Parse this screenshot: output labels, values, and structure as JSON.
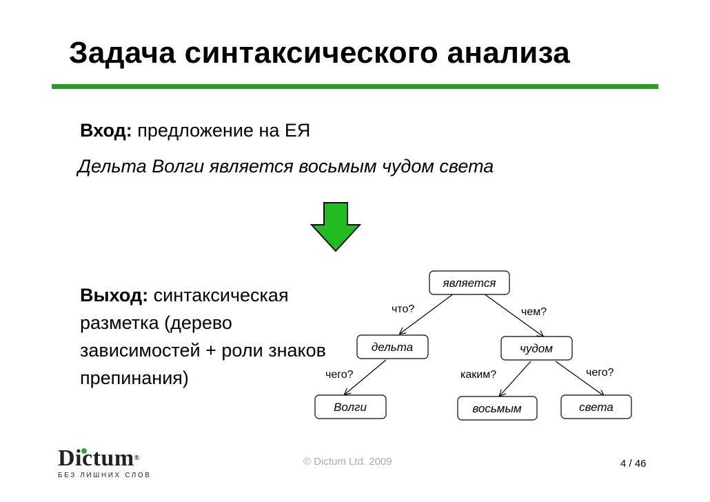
{
  "slide": {
    "title": "Задача синтаксического анализа",
    "input_label": "Вход:",
    "input_text": " предложение на ЕЯ",
    "sentence": "Дельта Волги является восьмым чудом света",
    "output_label": "Выход:",
    "output_text": " синтаксическая разметка (дерево зависимостей + роли знаков препинания)"
  },
  "tree": {
    "nodes": {
      "root": "является",
      "delta": "дельта",
      "chudom": "чудом",
      "volgi": "Волги",
      "vosmym": "восьмым",
      "sveta": "света"
    },
    "edges": {
      "chto": "что?",
      "chem": "чем?",
      "chego1": "чего?",
      "kakim": "каким?",
      "chego2": "чего?"
    }
  },
  "footer": {
    "copyright": "© Dictum Ltd. 2009",
    "page": "4 / 46",
    "logo_text": "Dictum",
    "logo_tagline": "БЕЗ ЛИШНИХ СЛОВ"
  },
  "colors": {
    "accent_green": "#2e9a2e",
    "arrow_green": "#22bb22"
  }
}
